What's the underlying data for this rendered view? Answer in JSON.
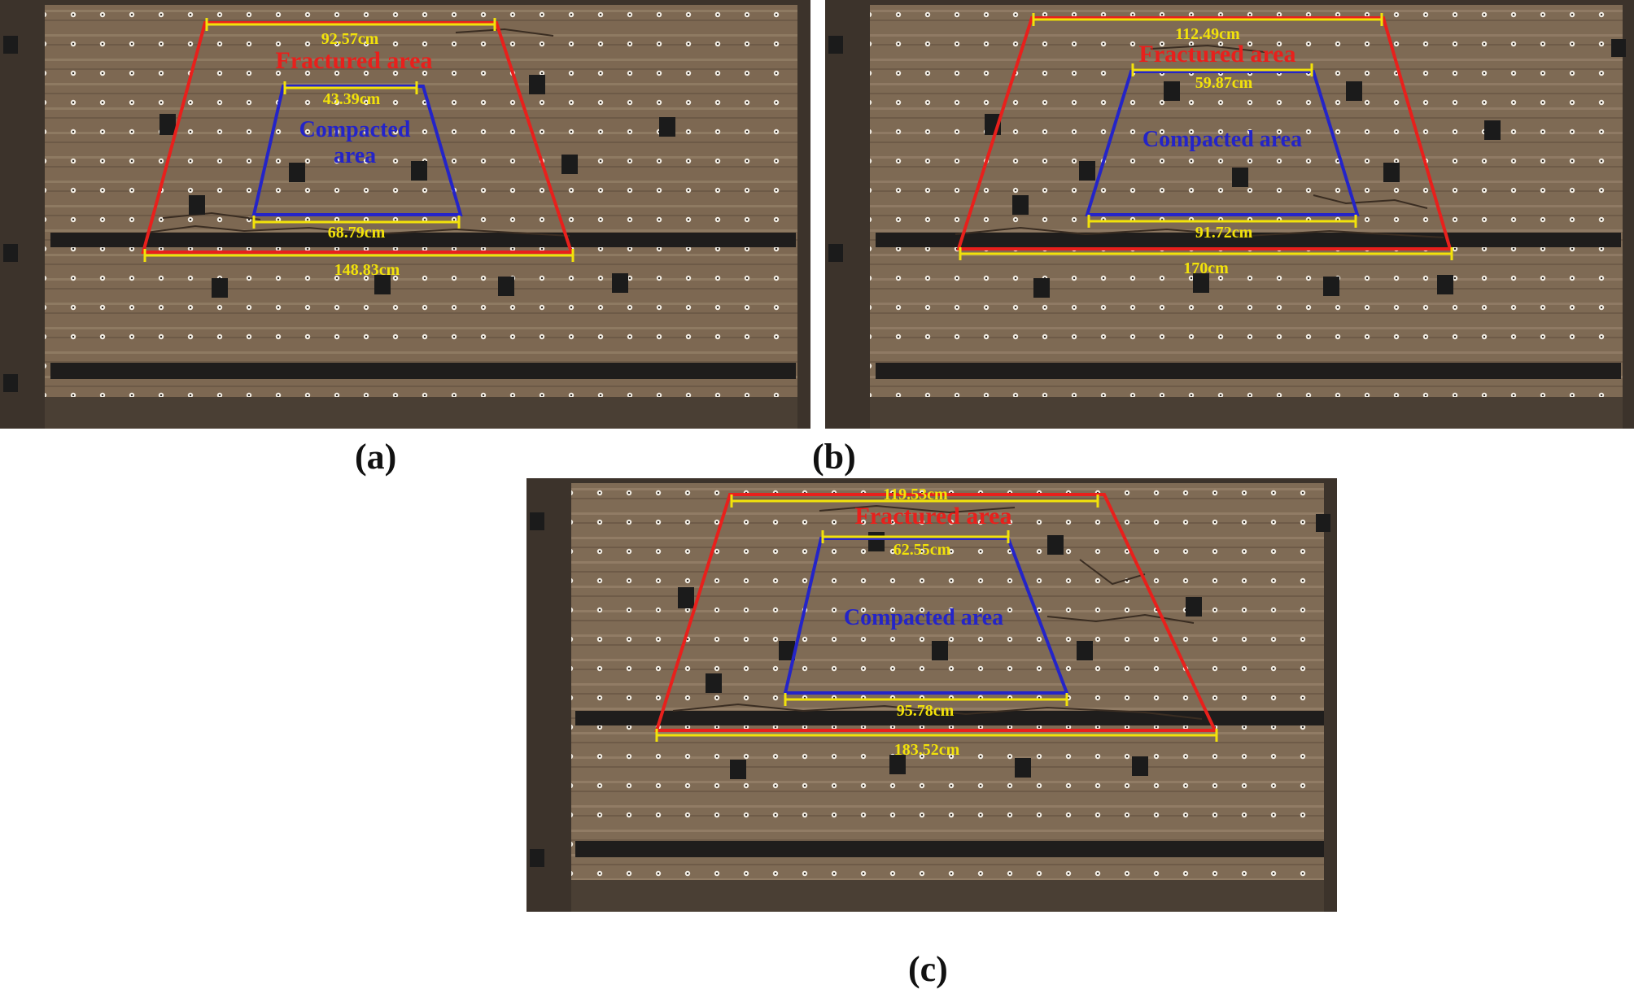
{
  "figure": {
    "colors": {
      "fractured": "#e8201c",
      "compacted": "#2424c8",
      "dimension": "#f2e20a",
      "wall": "#7b6650",
      "frame": "#3c332b",
      "black_strip": "#1f1d1c"
    },
    "panels": [
      {
        "caption": "(a)",
        "fractured_label": "Fractured area",
        "compacted_label_line1": "Compacted",
        "compacted_label_line2": "area",
        "fractured_top": "92.57cm",
        "fractured_bottom": "148.83cm",
        "compacted_top": "43.39cm",
        "compacted_bottom": "68.79cm"
      },
      {
        "caption": "(b)",
        "fractured_label": "Fractured area",
        "compacted_label_line1": "Compacted area",
        "compacted_label_line2": "",
        "fractured_top": "112.49cm",
        "fractured_bottom": "170cm",
        "compacted_top": "59.87cm",
        "compacted_bottom": "91.72cm"
      },
      {
        "caption": "(c)",
        "fractured_label": "Fractured area",
        "compacted_label_line1": "Compacted area",
        "compacted_label_line2": "",
        "fractured_top": "119.53cm",
        "fractured_bottom": "183.52cm",
        "compacted_top": "62.55cm",
        "compacted_bottom": "95.78cm"
      }
    ]
  }
}
